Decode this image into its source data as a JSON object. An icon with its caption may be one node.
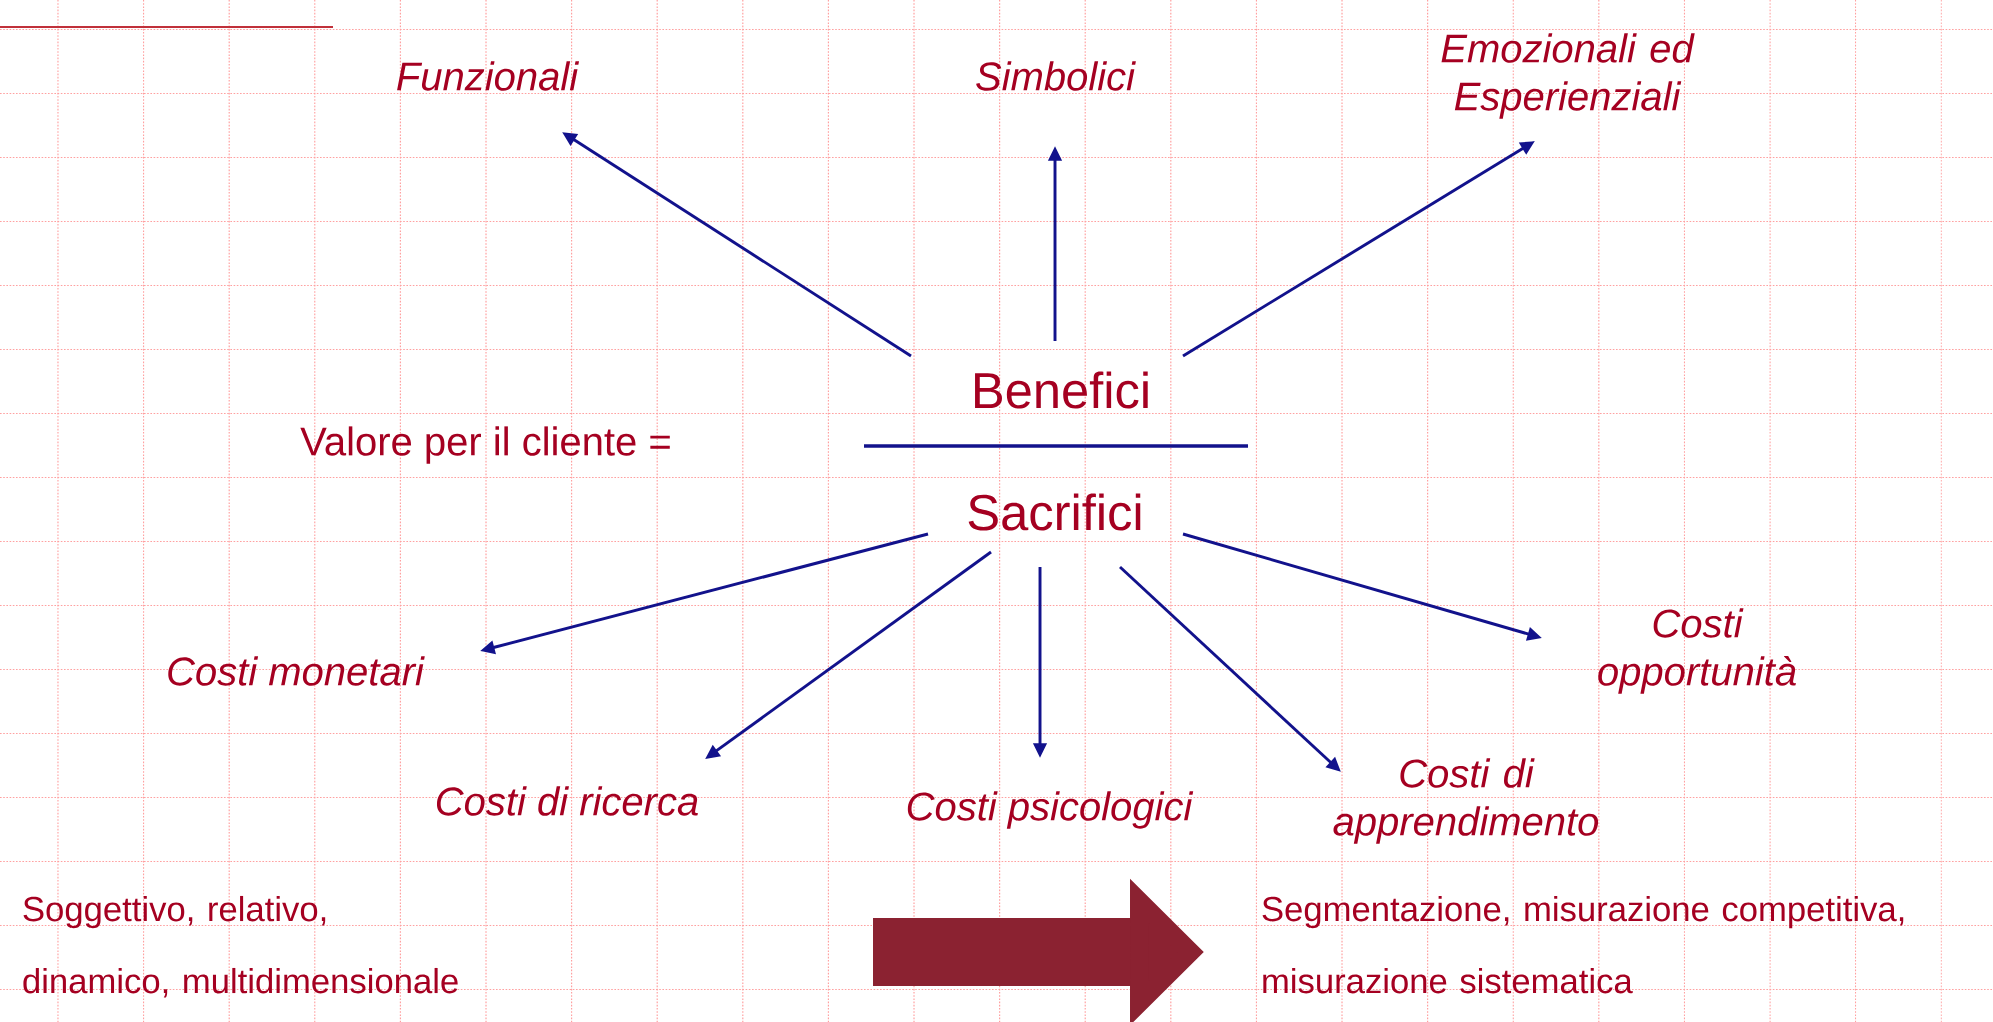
{
  "diagram": {
    "nodes": [
      {
        "text": [
          "Funzionali"
        ]
      },
      {
        "text": [
          "Simbolici"
        ]
      },
      {
        "text": [
          "Emozionali ed Esperienziali"
        ]
      },
      {
        "text": [
          "Benefici"
        ]
      },
      {
        "text": [
          "Sacrifici"
        ]
      },
      {
        "text": [
          "Costi monetari"
        ]
      },
      {
        "text": [
          "Costi opportunità"
        ]
      },
      {
        "text": [
          "Costi di ricerca"
        ]
      },
      {
        "text": [
          "Costi psicologici"
        ]
      },
      {
        "text": [
          "Costi di apprendimento"
        ]
      },
      {
        "text": [
          "Segmentazione, misurazione competitiva, misurazione sistematica"
        ]
      }
    ],
    "edges": [
      {
        "from": 3,
        "to": 0,
        "arrow": "to"
      },
      {
        "from": 3,
        "to": 1,
        "arrow": "to"
      },
      {
        "from": 3,
        "to": 2,
        "arrow": "to"
      },
      {
        "from": 4,
        "to": 5,
        "arrow": "to"
      },
      {
        "from": 4,
        "to": 7,
        "arrow": "to"
      },
      {
        "from": 4,
        "to": 8,
        "arrow": "to"
      },
      {
        "from": 4,
        "to": 9,
        "arrow": "to"
      },
      {
        "from": 4,
        "to": 6,
        "arrow": "to"
      },
      {
        "from": null,
        "to": 10,
        "arrow": "to",
        "style": "thick",
        "color": "#8b2231"
      }
    ],
    "labels": [
      "Valore per il cliente =",
      "Soggettivo, relativo, dinamico, multidimensionale"
    ]
  }
}
